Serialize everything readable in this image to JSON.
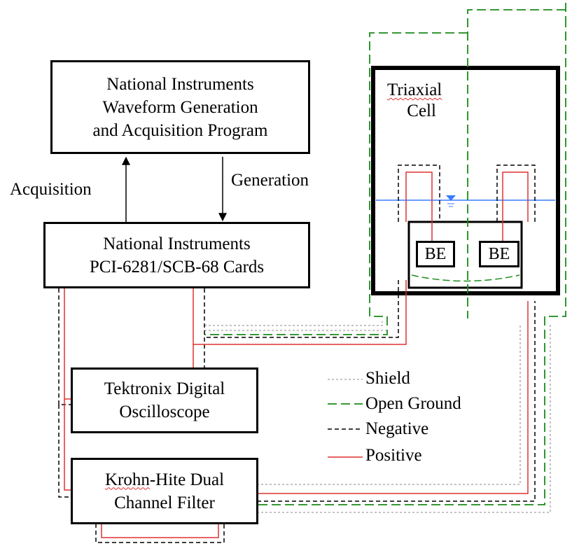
{
  "program_box": {
    "lines": [
      "National Instruments",
      "Waveform Generation",
      "and Acquisition Program"
    ]
  },
  "cards_box": {
    "lines": [
      "National Instruments",
      "PCI-6281/SCB-68 Cards"
    ]
  },
  "oscilloscope_box": {
    "lines": [
      "Tektronix Digital",
      "Oscilloscope"
    ]
  },
  "filter_box": {
    "line1_a": "Krohn",
    "line1_b": "-Hite Dual",
    "line2": "Channel Filter"
  },
  "triaxial_cell": {
    "line1": "Triaxial",
    "line2": "Cell"
  },
  "bender_elements": [
    "BE",
    "BE"
  ],
  "arrows": {
    "acquisition": "Acquisition",
    "generation": "Generation"
  },
  "legend": [
    {
      "label": "Shield",
      "color": "#b0b0b0",
      "style": "dotted"
    },
    {
      "label": "Open Ground",
      "color": "#1a8a1a",
      "style": "long-dash"
    },
    {
      "label": "Negative",
      "color": "#000000",
      "style": "dashed"
    },
    {
      "label": "Positive",
      "color": "#e03030",
      "style": "solid"
    }
  ],
  "colors": {
    "water_level": "#3a7bff"
  }
}
